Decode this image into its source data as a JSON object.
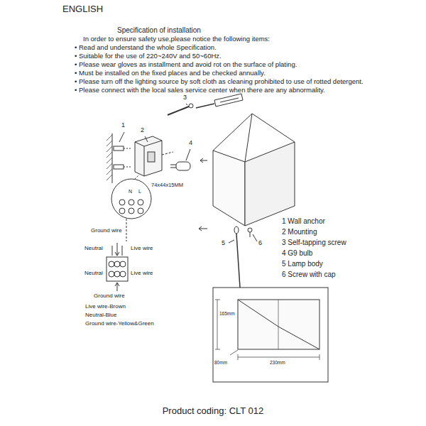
{
  "diagram": {
    "title": "ENGLISH",
    "caption": "Product coding: CLT 012",
    "labels": [
      "Specification of installation",
      "In order to ensure safety use,please notice the following items:",
      "• Read and understand the whole Specification.",
      "• Suitable for the use of 220~240V and 50~60Hz.",
      "• Please wear gloves as installment and avoid rot on the surface of plating.",
      "• Must be installed on the fixed places and be checked annually.",
      "• Please turn off the lighting source by soft cloth as cleaning prohibited to use of rotted detergent.",
      "• Please connect with the local sales service center when there are any abnormality.",
      "3",
      "1",
      "2",
      "4",
      "74x44x15MM",
      "N",
      "L",
      "Ground wire",
      "Neutral",
      "Live wire",
      "Neutral",
      "Live wire",
      "Ground wire",
      "Live wire-Brown",
      "Neutral-Blue",
      "Ground wire-Yellow&Green",
      "5",
      "6",
      "1 Wall anchor",
      "2 Mounting",
      "3 Self-tapping screw",
      "4 G9 bulb",
      "5 Lamp body",
      "6 Screw with cap",
      "165mm",
      "80mm",
      "230mm"
    ]
  }
}
